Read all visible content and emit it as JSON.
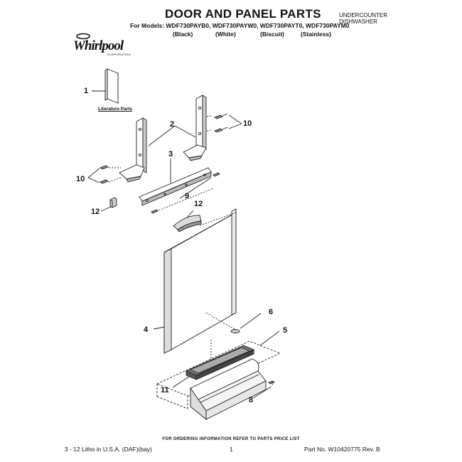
{
  "header": {
    "title": "DOOR AND PANEL PARTS",
    "appliance_line1": "UNDERCOUNTER",
    "appliance_line2": "DISHWASHER",
    "models_line": "For Models: WDF730PAYB0, WDF730PAYW0, WDF730PAYT0, WDF730PAYM0",
    "colors": [
      "(Black)",
      "(White)",
      "(Biscuit)",
      "(Stainless)"
    ]
  },
  "brand": {
    "name": "Whirlpool",
    "sub": "CORPORATION"
  },
  "diagram": {
    "literature_label": "Literature Parts",
    "callouts": {
      "c1": "1",
      "c2": "2",
      "c3": "3",
      "c4": "4",
      "c5": "5",
      "c6": "6",
      "c8": "8",
      "c9": "9",
      "c10_right": "10",
      "c10_left": "10",
      "c11": "11",
      "c12_left": "12",
      "c12_right": "12"
    }
  },
  "footer": {
    "ordering": "FOR ORDERING INFORMATION REFER TO PARTS PRICE LIST",
    "litho": "3 - 12 Litho in U.S.A. (DAF)(bay)",
    "page": "1",
    "part_no": "Part No. W10420775 Rev. B"
  }
}
